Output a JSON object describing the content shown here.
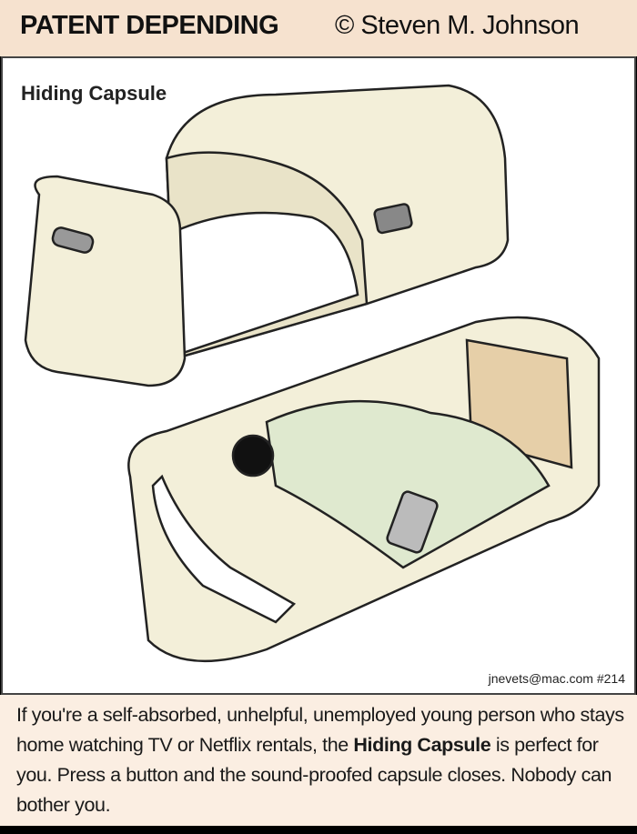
{
  "header": {
    "title": "PATENT DEPENDING",
    "credit": "© Steven M. Johnson"
  },
  "panel": {
    "title": "Hiding Capsule",
    "signature": "jnevets@mac.com  #214"
  },
  "caption": {
    "part1": "If you're a self-absorbed, unhelpful, unemployed young person who stays home watching TV or Netflix rentals, the ",
    "bold": "Hiding Capsule",
    "part2": " is perfect for you. Press a button and the sound-proofed capsule closes. Nobody can bother you."
  },
  "colors": {
    "header_bg": "#f6e2cf",
    "caption_bg": "#fbeee2",
    "capsule": "#f3efd9",
    "blanket": "#dfe9cf"
  }
}
